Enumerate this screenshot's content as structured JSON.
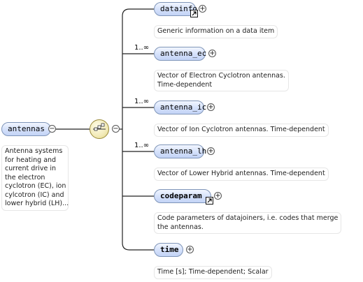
{
  "root": {
    "name": "antennas",
    "doc": [
      "Antenna systems",
      "for heating and",
      "current drive in",
      "the electron",
      "cyclotron (EC), ion",
      "cylcotron (IC) and",
      "lower hybrid (LH)..."
    ]
  },
  "children": [
    {
      "name": "datainfo",
      "bold": false,
      "ref": true,
      "mult": "",
      "doc": [
        "Generic information on a data item"
      ]
    },
    {
      "name": "antenna_ec",
      "bold": false,
      "ref": false,
      "mult": "1..∞",
      "doc": [
        "Vector of Electron Cyclotron antennas.",
        "Time-dependent"
      ]
    },
    {
      "name": "antenna_ic",
      "bold": false,
      "ref": false,
      "mult": "1..∞",
      "doc": [
        "Vector of Ion Cyclotron antennas. Time-dependent"
      ]
    },
    {
      "name": "antenna_lh",
      "bold": false,
      "ref": false,
      "mult": "1..∞",
      "doc": [
        "Vector of Lower Hybrid antennas. Time-dependent"
      ]
    },
    {
      "name": "codeparam",
      "bold": true,
      "ref": true,
      "mult": "",
      "doc": [
        "Code parameters of datajoiners, i.e. codes that merge",
        "the antennas."
      ]
    },
    {
      "name": "time",
      "bold": true,
      "ref": false,
      "mult": "",
      "doc": [
        "Time [s]; Time-dependent; Scalar"
      ]
    }
  ],
  "icons": {
    "expand": "+",
    "collapse": "−",
    "sequence": "sequence-compositor-icon",
    "reference": "reference-arrow-icon"
  },
  "colors": {
    "node_fill": "#d6e2fb",
    "node_border": "#7f95b8",
    "line": "#222222",
    "sequence_fill": "#f2eab8"
  }
}
